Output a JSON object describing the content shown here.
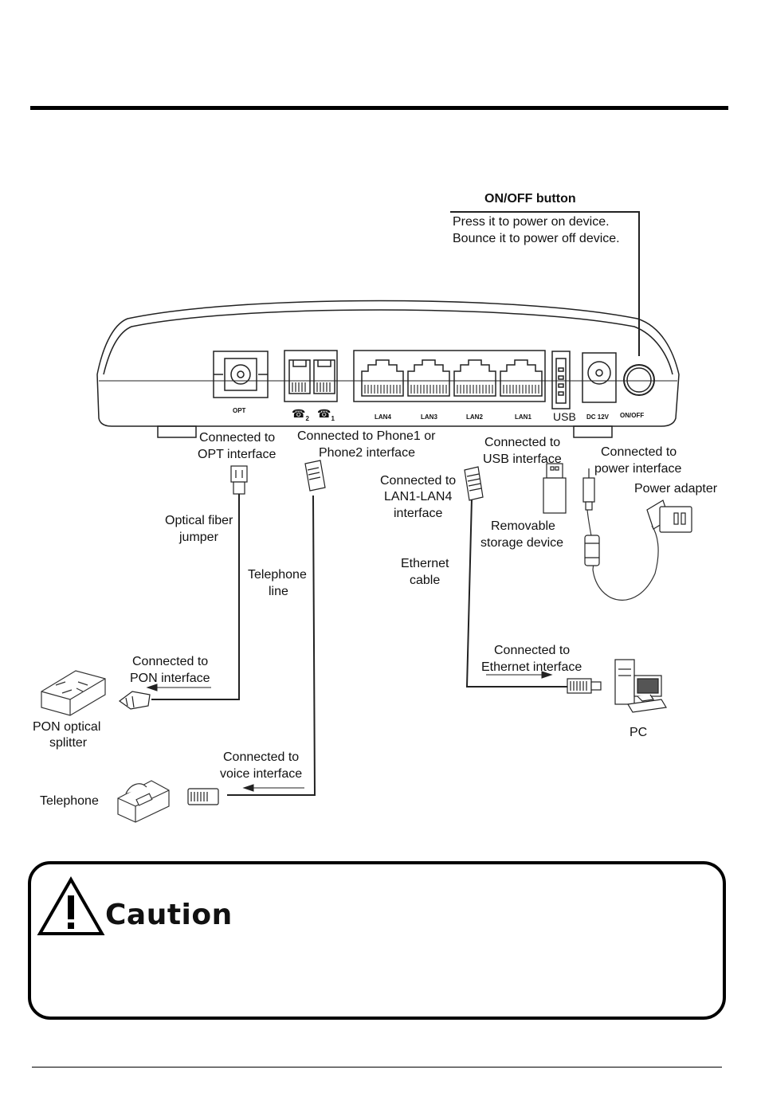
{
  "diagram": {
    "device_labels": {
      "opt": "OPT",
      "lan4": "LAN4",
      "lan3": "LAN3",
      "lan2": "LAN2",
      "lan1": "LAN1",
      "usb": "USB",
      "dc": "DC  12V",
      "onoff": "ON/OFF",
      "phone2": "2",
      "phone1": "1"
    },
    "onoff_callout": {
      "title": "ON/OFF button",
      "line1": "Press it to power on device.",
      "line2": "Bounce it to power off device."
    },
    "labels": {
      "opt_interface_1": "Connected to",
      "opt_interface_2": "OPT interface",
      "phone_interface_1": "Connected to Phone1 or",
      "phone_interface_2": "Phone2 interface",
      "usb_interface_1": "Connected to",
      "usb_interface_2": "USB interface",
      "power_interface_1": "Connected to",
      "power_interface_2": "power interface",
      "power_adapter": "Power adapter",
      "lan_interface_1": "Connected to",
      "lan_interface_2": "LAN1-LAN4",
      "lan_interface_3": "interface",
      "fiber_jumper_1": "Optical fiber",
      "fiber_jumper_2": "jumper",
      "storage_1": "Removable",
      "storage_2": "storage device",
      "telephone_line_1": "Telephone",
      "telephone_line_2": "line",
      "ethernet_cable_1": "Ethernet",
      "ethernet_cable_2": "cable",
      "pon_interface_1": "Connected to",
      "pon_interface_2": "PON interface",
      "ethernet_interface_1": "Connected to",
      "ethernet_interface_2": "Ethernet interface",
      "pon_splitter_1": "PON optical",
      "pon_splitter_2": "splitter",
      "pc": "PC",
      "voice_interface_1": "Connected to",
      "voice_interface_2": "voice interface",
      "telephone": "Telephone"
    }
  },
  "caution": {
    "title": "Caution"
  }
}
